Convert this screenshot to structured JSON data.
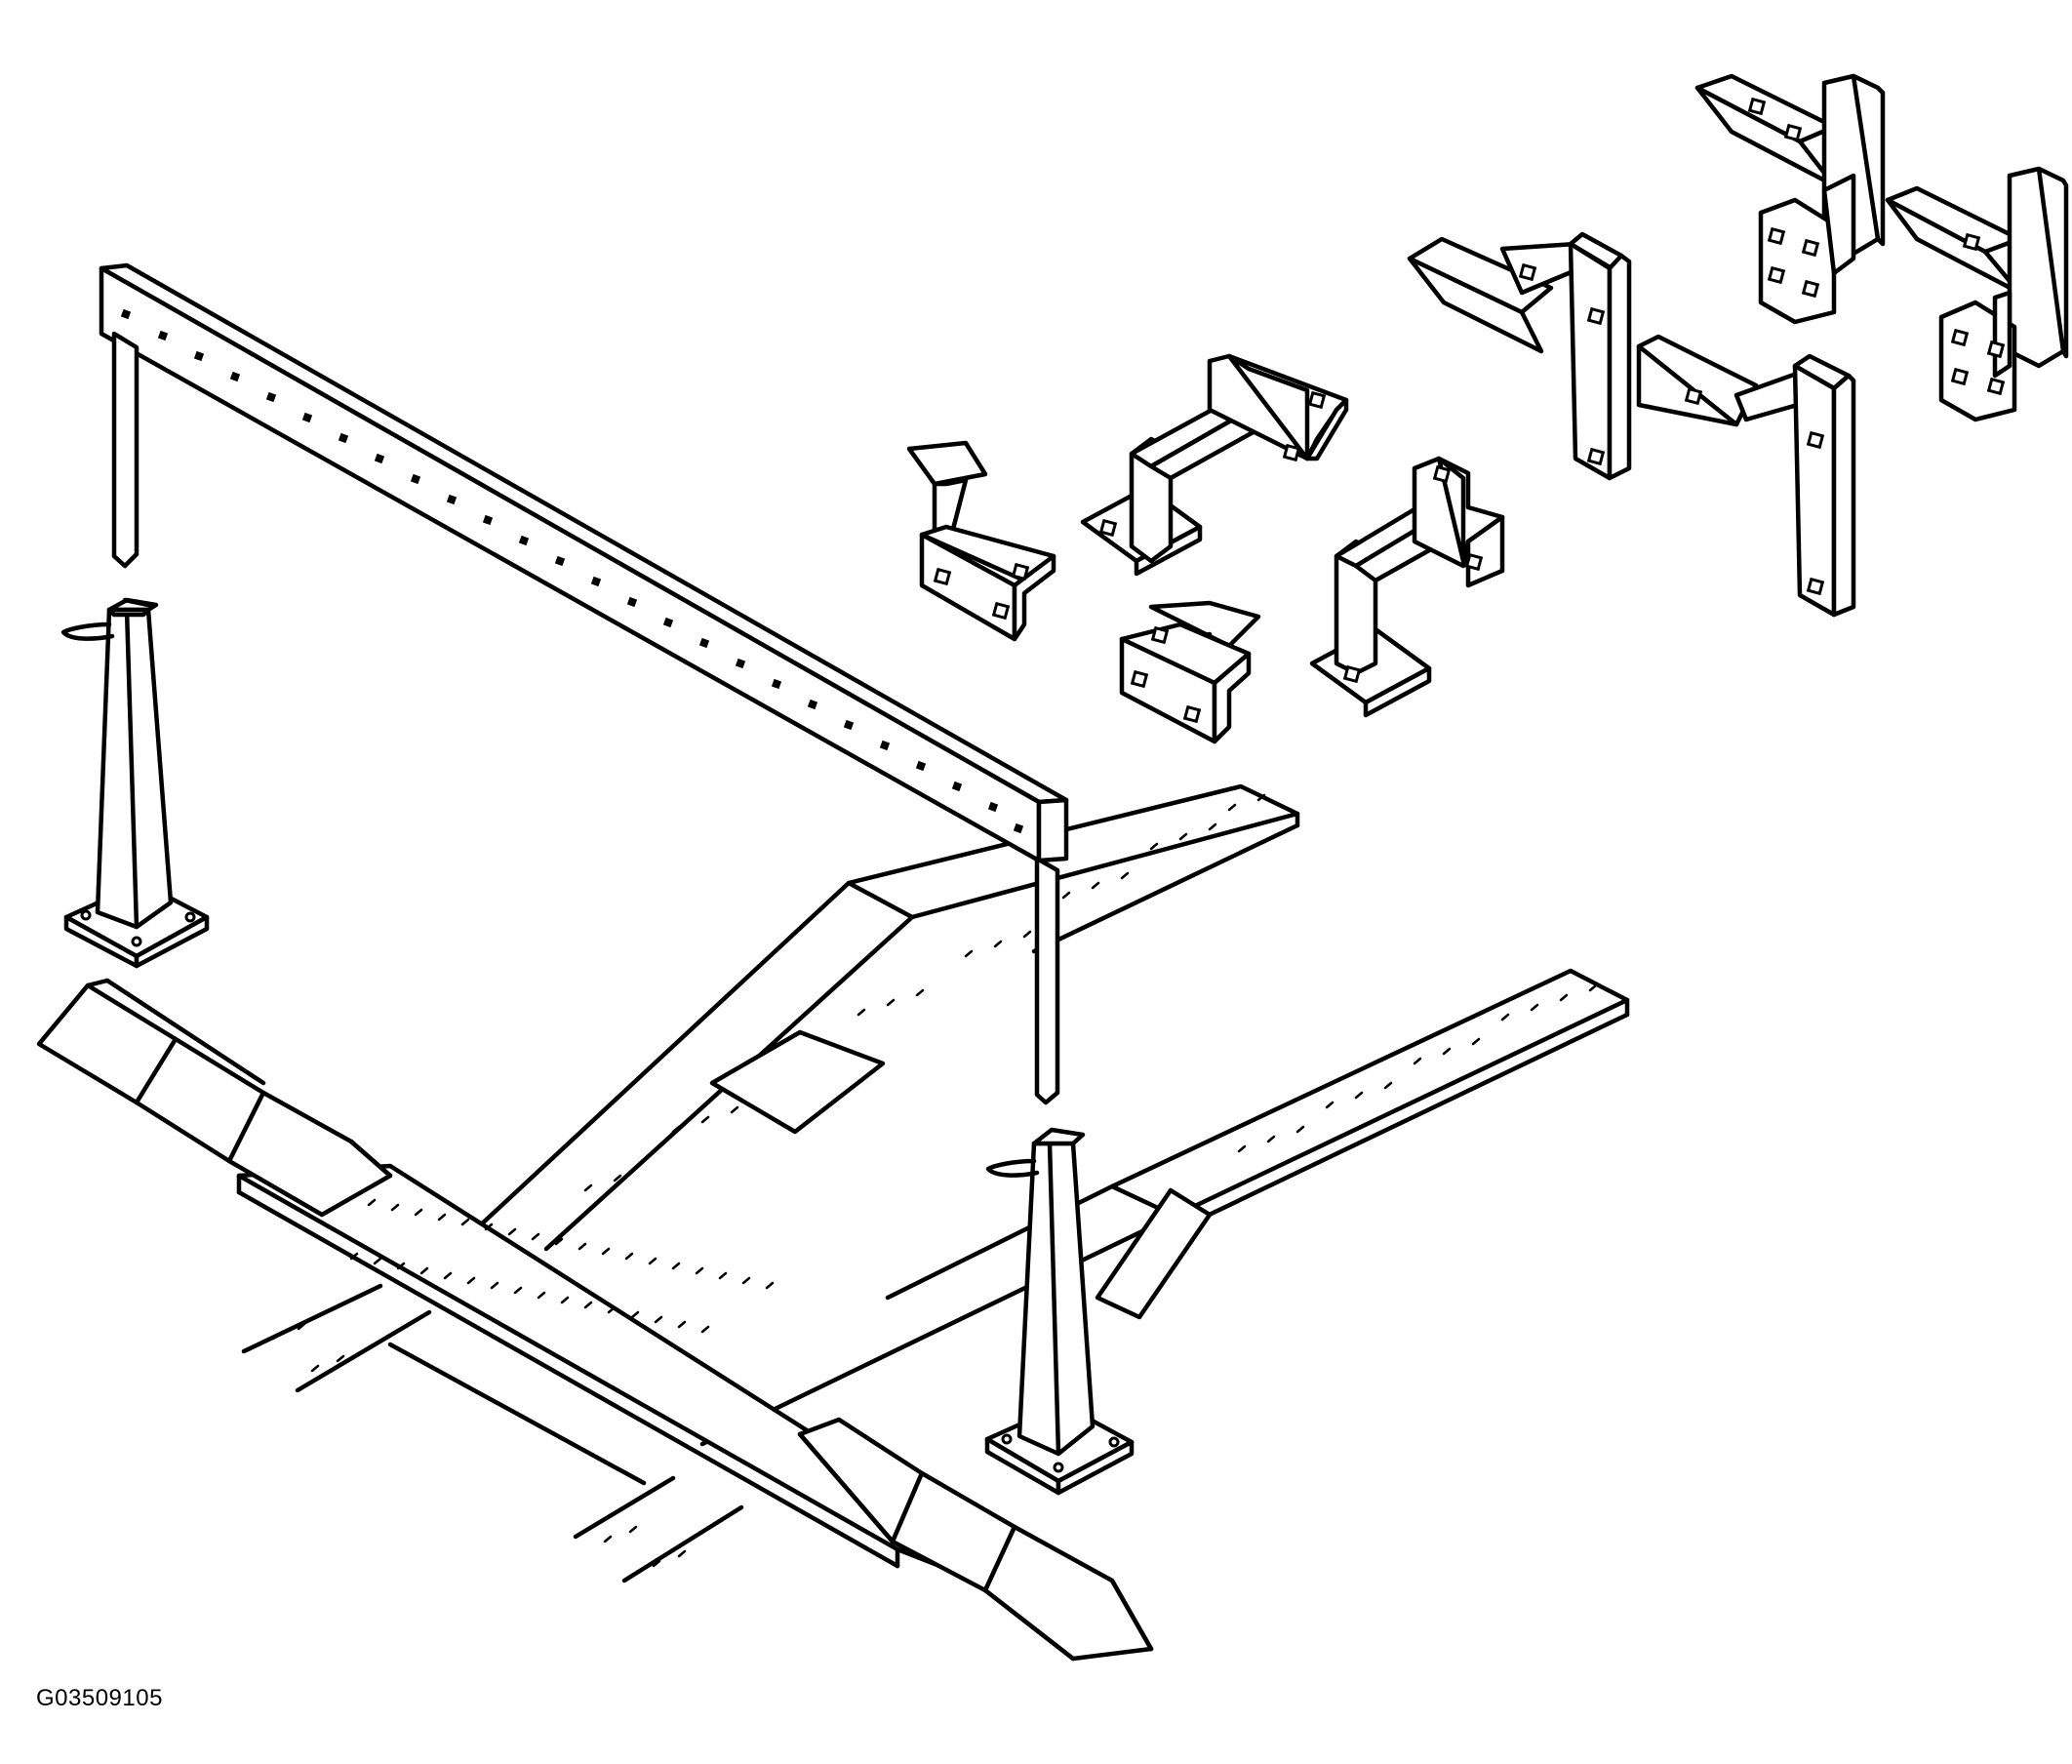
{
  "figure": {
    "id": "G03509105"
  },
  "components": {
    "crossbeam": "crossbeam-with-holes",
    "stands": [
      "pyramid-stand-left",
      "pyramid-stand-right"
    ],
    "rails": [
      "rail-upper",
      "rail-lower",
      "rail-front"
    ],
    "brackets": [
      "small-pad-bracket-a",
      "small-pad-bracket-b",
      "u-bracket-a",
      "u-bracket-b",
      "tall-arm-bracket-a",
      "tall-arm-bracket-b",
      "corner-bracket-a",
      "corner-bracket-b"
    ]
  }
}
